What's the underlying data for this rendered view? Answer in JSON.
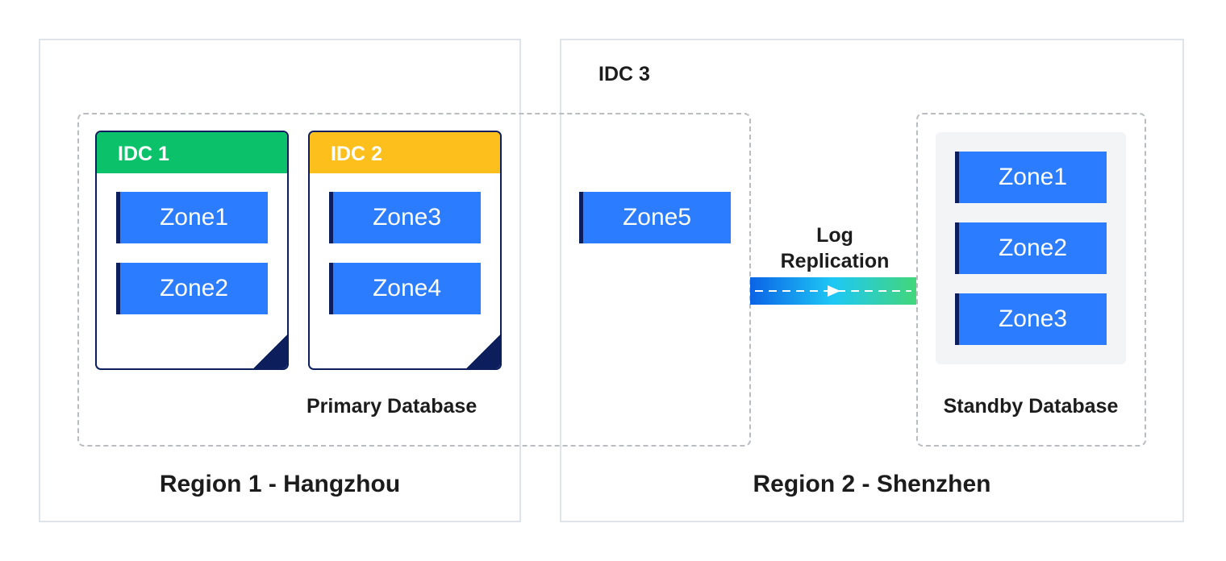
{
  "regions": [
    {
      "title": "Region 1 - Hangzhou"
    },
    {
      "title": "Region 2 - Shenzhen"
    }
  ],
  "primary": {
    "label": "Primary Database",
    "idcs": [
      {
        "name": "IDC 1",
        "color": "#0bc26b",
        "zones": [
          "Zone1",
          "Zone2"
        ]
      },
      {
        "name": "IDC 2",
        "color": "#fdbf1b",
        "zones": [
          "Zone3",
          "Zone4"
        ]
      }
    ],
    "idc3": {
      "name": "IDC 3",
      "zones": [
        "Zone5"
      ]
    }
  },
  "standby": {
    "label": "Standby Database",
    "zones": [
      "Zone1",
      "Zone2",
      "Zone3"
    ]
  },
  "replication": {
    "label_line1": "Log",
    "label_line2": "Replication",
    "gradient": [
      "#0b63e6",
      "#1ec8f5",
      "#43d67a"
    ]
  },
  "colors": {
    "zone": "#2b7cff",
    "zone_accent": "#0c1f5c",
    "region_border": "#dfe3ea",
    "dashed_border": "#b9bcc1"
  }
}
